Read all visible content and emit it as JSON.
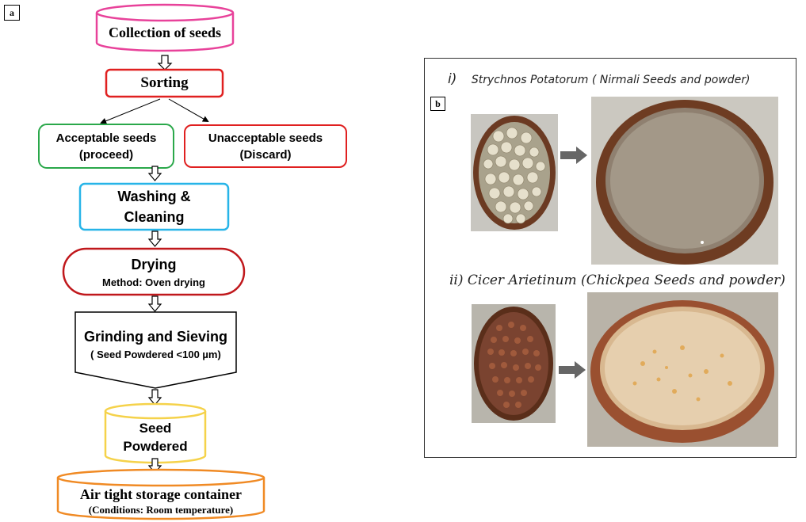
{
  "panel_a": {
    "label": "a",
    "steps": {
      "collection": "Collection of seeds",
      "sorting": "Sorting",
      "acceptable_line1": "Acceptable seeds",
      "acceptable_line2": "(proceed)",
      "unacceptable_line1": "Unacceptable seeds",
      "unacceptable_line2": "(Discard)",
      "washing_line1": "Washing &",
      "washing_line2": "Cleaning",
      "drying_title": "Drying",
      "drying_method": "Method: Oven drying",
      "grinding_title": "Grinding and Sieving",
      "grinding_sub": "( Seed Powdered <100 µm)",
      "powdered_line1": "Seed",
      "powdered_line2": "Powdered",
      "storage_title": "Air tight storage container",
      "storage_sub": "(Conditions: Room temperature)"
    },
    "colors": {
      "collection": "#e8429a",
      "sorting": "#e02020",
      "acceptable": "#2aa84a",
      "unacceptable": "#e02020",
      "washing": "#27b4e8",
      "drying": "#c0181c",
      "grinding": "#000000",
      "powdered": "#f5d24a",
      "storage": "#f08a24"
    }
  },
  "panel_b": {
    "label": "b",
    "caption_1_num": "i)",
    "caption_1_text": "Strychnos Potatorum ( Nirmali Seeds and powder)",
    "caption_2": "ii) Cicer Arietinum (Chickpea Seeds and powder)"
  }
}
